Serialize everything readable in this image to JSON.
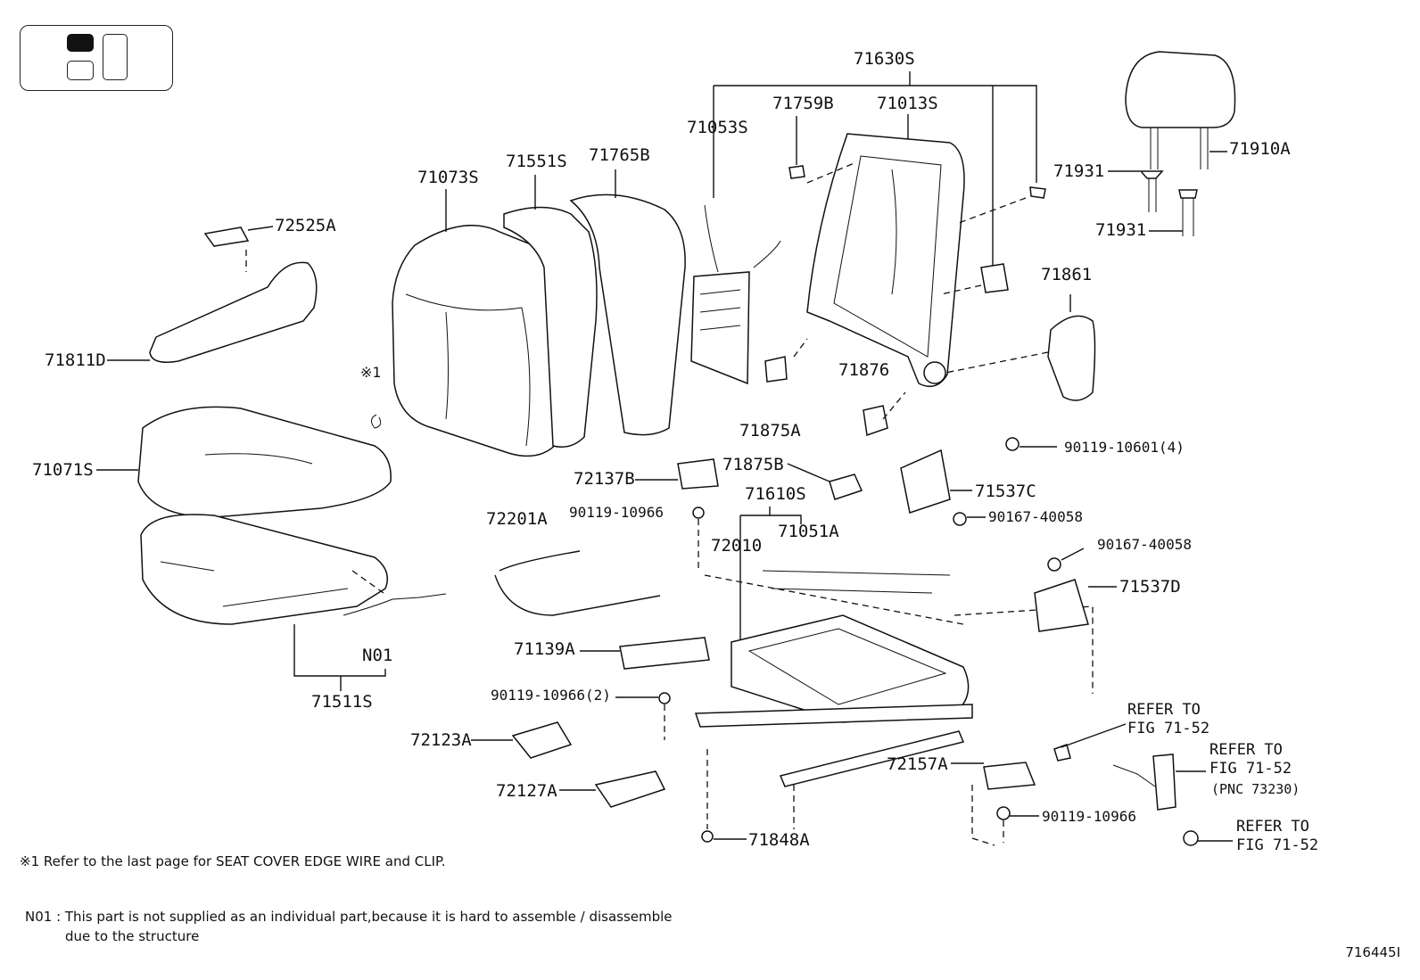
{
  "parts": {
    "p71630S": "71630S",
    "p71759B": "71759B",
    "p71013S": "71013S",
    "p71053S": "71053S",
    "p71910A": "71910A",
    "p71931a": "71931",
    "p71931b": "71931",
    "p71073S": "71073S",
    "p71551S": "71551S",
    "p71765B": "71765B",
    "p72525A": "72525A",
    "p71811D": "71811D",
    "p71861": "71861",
    "p71876": "71876",
    "p71875A": "71875A",
    "p71071S": "71071S",
    "p72137B": "72137B",
    "p71875B": "71875B",
    "p71537C": "71537C",
    "p90119_10601": "90119-10601(4)",
    "p90119_10966a": "90119-10966",
    "p71610S": "71610S",
    "p90167_40058a": "90167-40058",
    "p72201A": "72201A",
    "p72010": "72010",
    "p71051A": "71051A",
    "p90167_40058b": "90167-40058",
    "p71537D": "71537D",
    "pN01": "N01",
    "p71139A": "71139A",
    "p71511S": "71511S",
    "p90119_10966_2": "90119-10966(2)",
    "p72123A": "72123A",
    "p72157A": "72157A",
    "p72127A": "72127A",
    "p90119_10966b": "90119-10966",
    "p71848A": "71848A",
    "mark1": "※1"
  },
  "refs": {
    "ref1": "REFER TO\nFIG 71-52",
    "ref2": "REFER TO\nFIG 71-52",
    "ref2_pnc": "(PNC 73230)",
    "ref3": "REFER TO\nFIG 71-52"
  },
  "notes": {
    "note1": "※1 Refer to the last page for SEAT COVER EDGE WIRE and CLIP.",
    "n01_line1": "N01 : This part is not supplied as an individual part,because it is hard to assemble / disassemble",
    "n01_line2": "due to the structure"
  },
  "figure_id": "716445I"
}
